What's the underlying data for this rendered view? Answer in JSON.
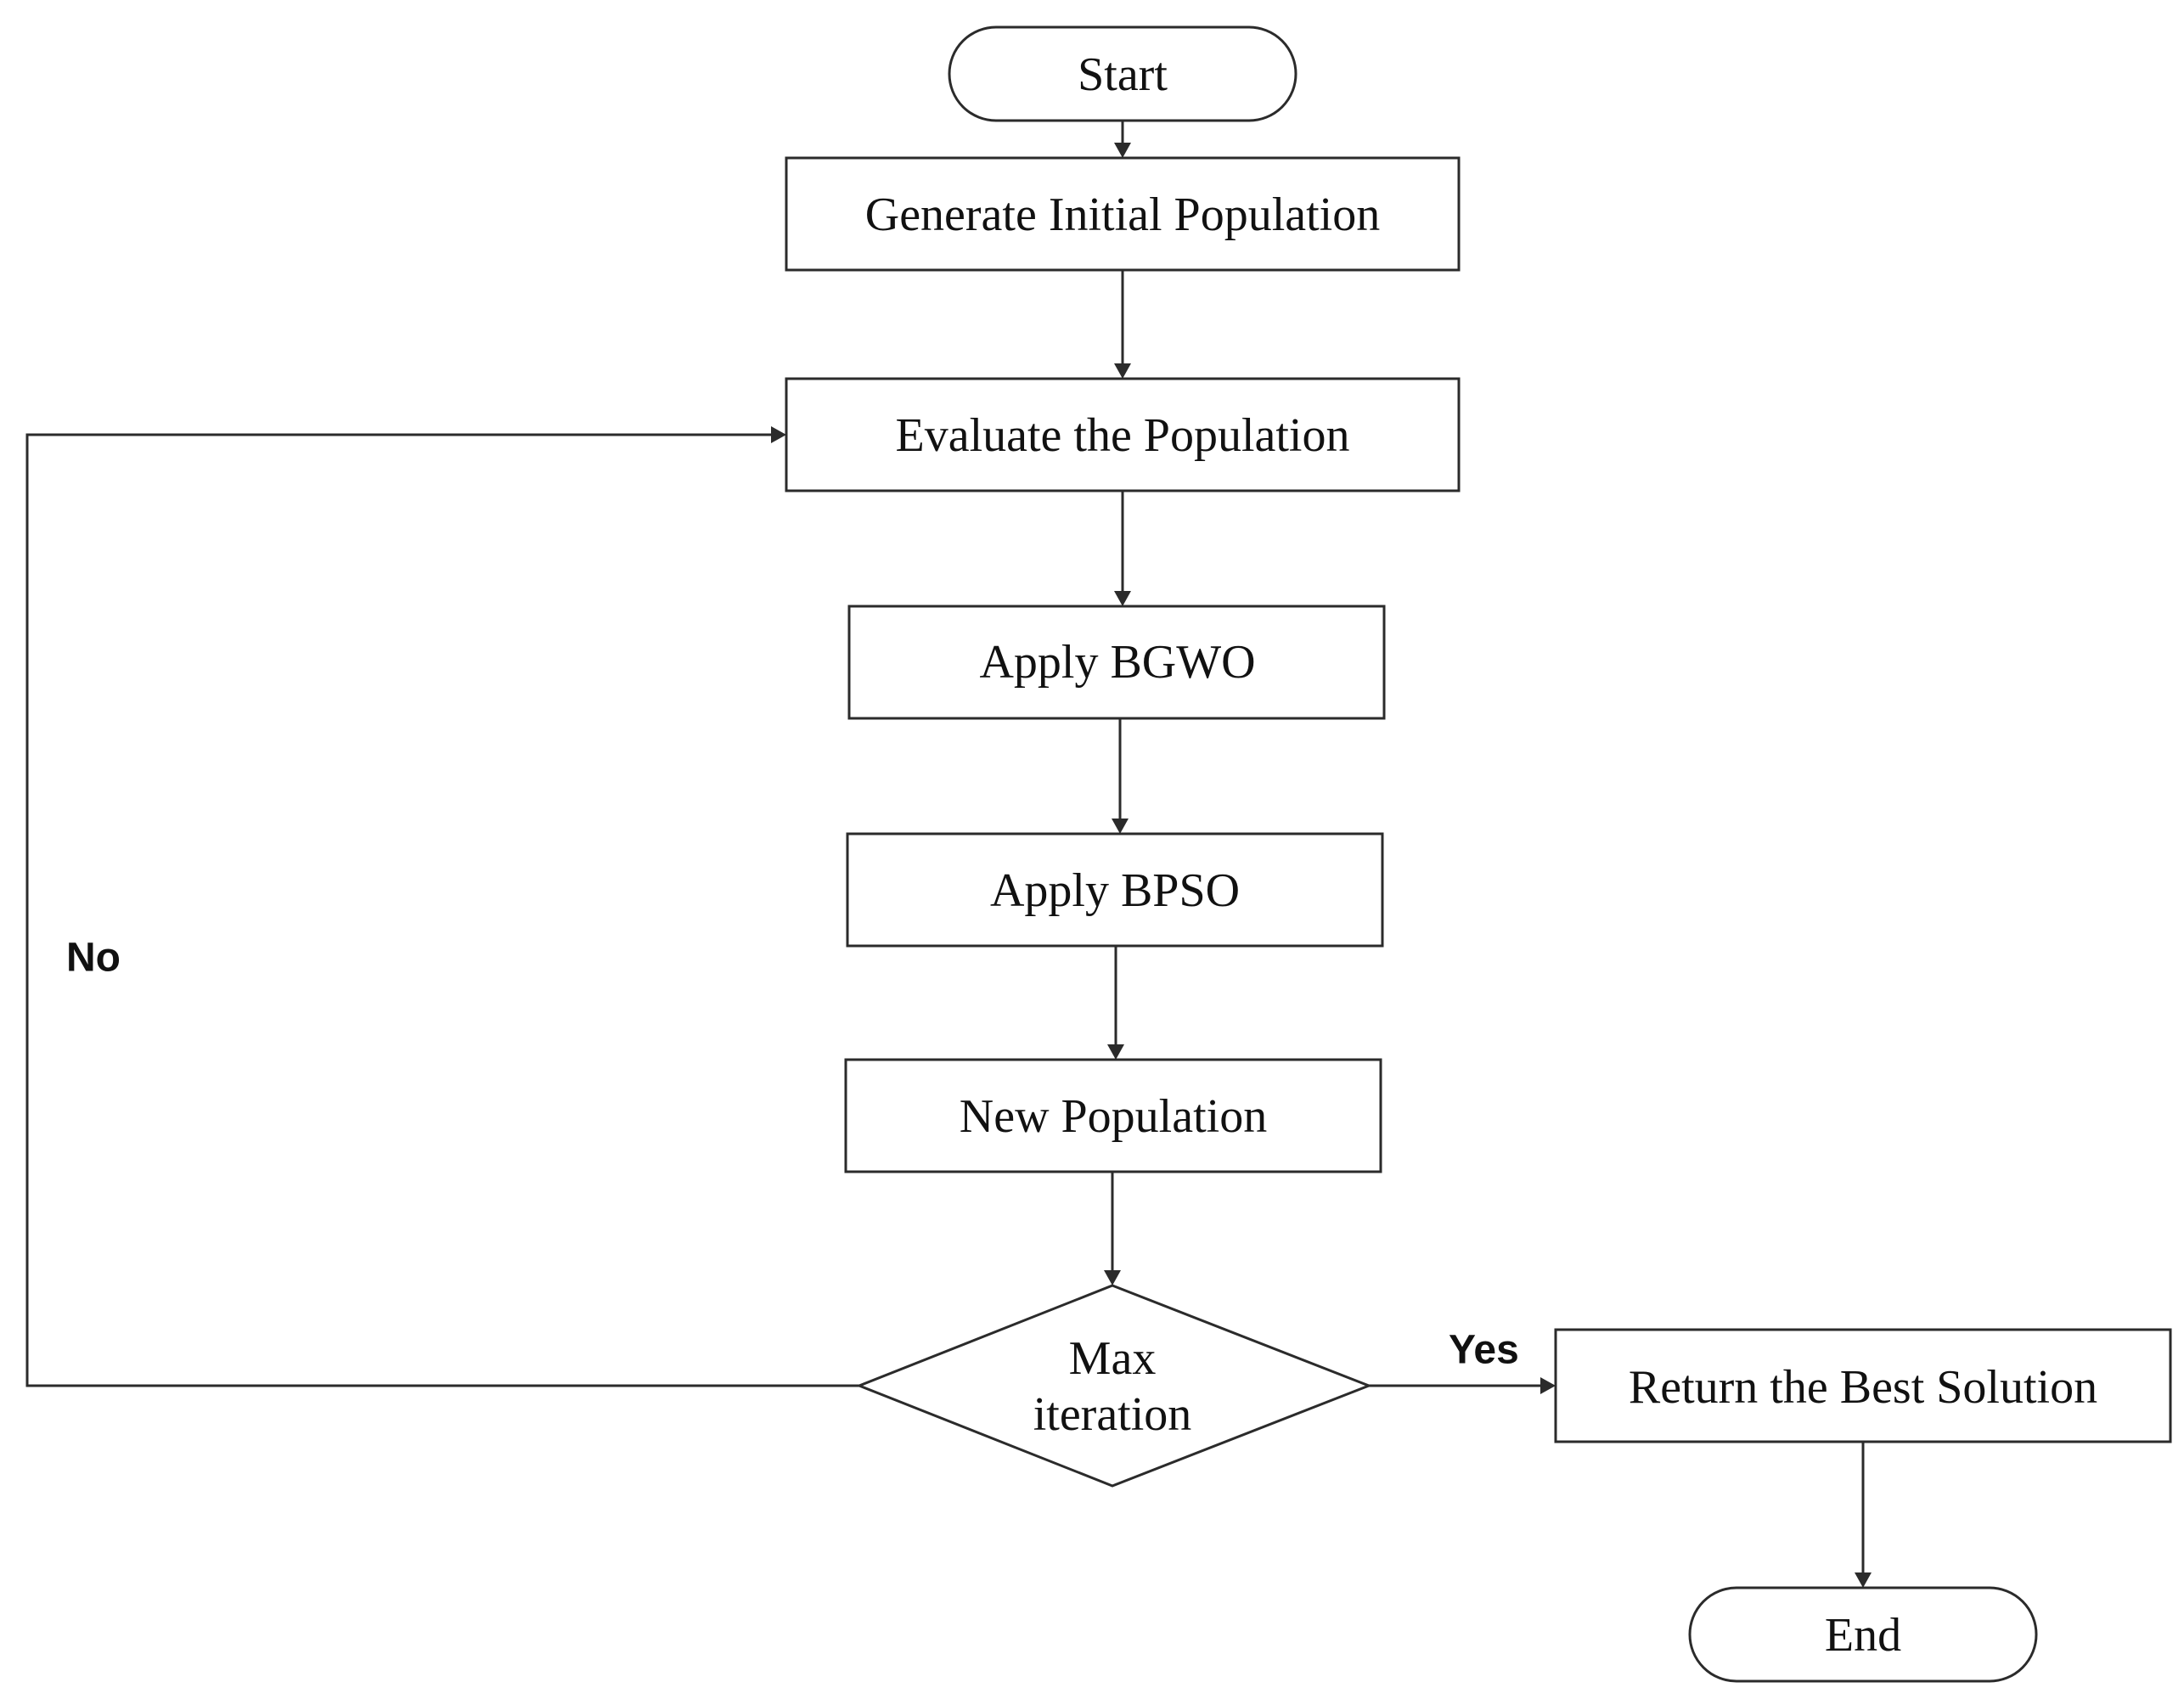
{
  "diagram": {
    "nodes": {
      "start": {
        "label": "Start",
        "shape": "terminator"
      },
      "generate": {
        "label": "Generate Initial Population",
        "shape": "process"
      },
      "evaluate": {
        "label": "Evaluate the Population",
        "shape": "process"
      },
      "bgwo": {
        "label": "Apply BGWO",
        "shape": "process"
      },
      "bpso": {
        "label": "Apply BPSO",
        "shape": "process"
      },
      "new_population": {
        "label": "New Population",
        "shape": "process"
      },
      "decision": {
        "label_line1": "Max",
        "label_line2": "iteration",
        "shape": "decision"
      },
      "return_best": {
        "label": "Return the Best Solution",
        "shape": "process"
      },
      "end": {
        "label": "End",
        "shape": "terminator"
      }
    },
    "edges": [
      {
        "from": "start",
        "to": "generate"
      },
      {
        "from": "generate",
        "to": "evaluate"
      },
      {
        "from": "evaluate",
        "to": "bgwo"
      },
      {
        "from": "bgwo",
        "to": "bpso"
      },
      {
        "from": "bpso",
        "to": "new_population"
      },
      {
        "from": "new_population",
        "to": "decision"
      },
      {
        "from": "decision",
        "to": "return_best",
        "label": "Yes"
      },
      {
        "from": "decision",
        "to": "evaluate",
        "label": "No"
      },
      {
        "from": "return_best",
        "to": "end"
      }
    ],
    "branch_labels": {
      "no": "No",
      "yes": "Yes"
    },
    "colors": {
      "stroke": "#2b2b2b",
      "fill": "#ffffff",
      "text": "#111111"
    }
  }
}
